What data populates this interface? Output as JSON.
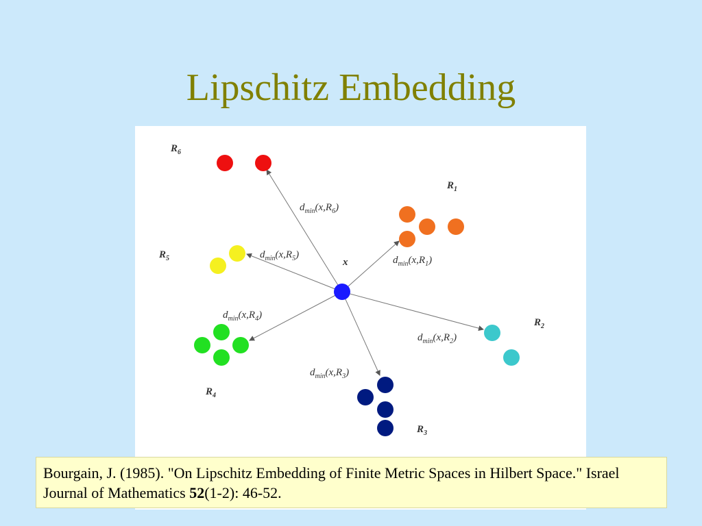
{
  "title": "Lipschitz Embedding",
  "diagram": {
    "center_label": "x",
    "center_color": "#1a1aff",
    "regions": [
      {
        "name": "R",
        "sub": "1",
        "color": "#f07020"
      },
      {
        "name": "R",
        "sub": "2",
        "color": "#3cc8cc"
      },
      {
        "name": "R",
        "sub": "3",
        "color": "#001a80"
      },
      {
        "name": "R",
        "sub": "4",
        "color": "#22e022"
      },
      {
        "name": "R",
        "sub": "5",
        "color": "#f5f020"
      },
      {
        "name": "R",
        "sub": "6",
        "color": "#ee1010"
      }
    ],
    "distances": [
      {
        "func": "d",
        "func_sub": "min",
        "args": "(x,",
        "region": "R",
        "region_sub": "1",
        "close": ")"
      },
      {
        "func": "d",
        "func_sub": "min",
        "args": "(x,",
        "region": "R",
        "region_sub": "2",
        "close": ")"
      },
      {
        "func": "d",
        "func_sub": "min",
        "args": "(x,",
        "region": "R",
        "region_sub": "3",
        "close": ")"
      },
      {
        "func": "d",
        "func_sub": "min",
        "args": "(x,",
        "region": "R",
        "region_sub": "4",
        "close": ")"
      },
      {
        "func": "d",
        "func_sub": "min",
        "args": "(x,",
        "region": "R",
        "region_sub": "5",
        "close": ")"
      },
      {
        "func": "d",
        "func_sub": "min",
        "args": "(x,",
        "region": "R",
        "region_sub": "6",
        "close": ")"
      }
    ]
  },
  "citation": {
    "prefix": "Bourgain, J. (1985). \"On Lipschitz Embedding of Finite Metric Spaces in Hilbert Space.\" Israel Journal of Mathematics ",
    "volume": "52",
    "suffix": "(1-2): 46-52."
  }
}
